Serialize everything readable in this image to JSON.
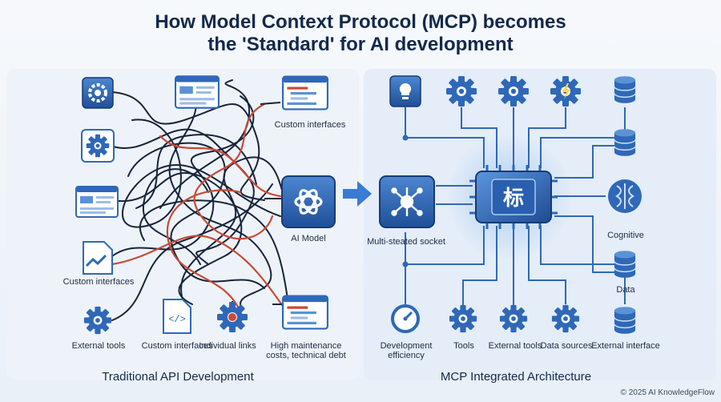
{
  "title_line1": "How Model Context Protocol (MCP) becomes",
  "title_line2": "the 'Standard' for AI development",
  "left": {
    "section_title": "Traditional API Development",
    "labels": {
      "custom_interfaces_top": "Custom interfaces",
      "ai_model": "AI Model",
      "custom_interfaces_left": "Custom interfaces",
      "external_tools": "External tools",
      "custom_interfaces_bottom": "Custom interfaces",
      "individual_links": "Individual links",
      "high_maintenance": "High maintenance costs, technical debt"
    }
  },
  "right": {
    "section_title": "MCP Integrated Architecture",
    "chip_glyph": "标",
    "labels": {
      "multi_socket": "Multi-steated socket",
      "cognitive": "Cognitive",
      "data": "Data",
      "dev_efficiency": "Development efficiency",
      "tools": "Tools",
      "external_tools": "External tools",
      "data_sources": "Data sources",
      "external_interface": "External interface"
    }
  },
  "copyright": "© 2025 AI KnowledgeFlow",
  "colors": {
    "navy": "#13294b",
    "blue": "#2f68b8",
    "tangle": "#16243a",
    "red": "#c94a36"
  }
}
